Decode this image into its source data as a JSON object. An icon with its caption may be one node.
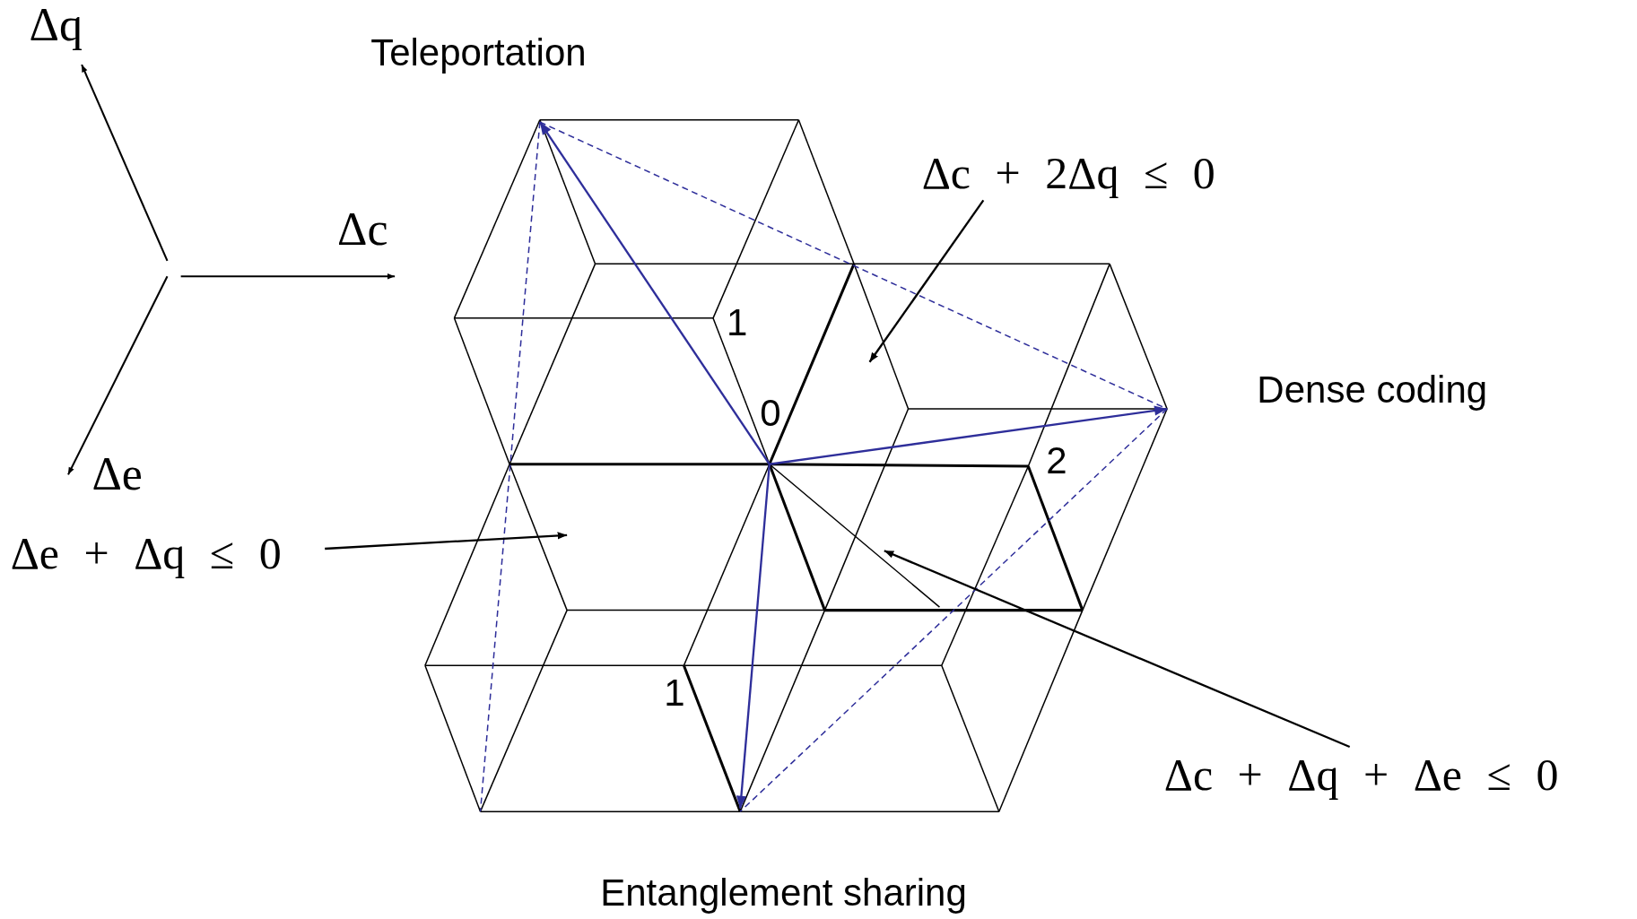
{
  "diagram": {
    "nodes": [
      {
        "text": [
          "Δc + 2Δq ≤ 0"
        ]
      },
      {
        "text": [
          "Δe + Δq ≤ 0"
        ]
      },
      {
        "text": [
          "Δc + Δq + Δe ≤ 0"
        ]
      }
    ],
    "edges": [
      {
        "from": 0,
        "to": null,
        "arrow": "to"
      },
      {
        "from": 1,
        "to": null,
        "arrow": "to"
      },
      {
        "from": 2,
        "to": null,
        "arrow": "to"
      }
    ],
    "labels": [
      "Δq",
      "Teleportation",
      "Δc",
      "Δe",
      "1",
      "0",
      "Dense coding",
      "2",
      "1",
      "Entanglement sharing"
    ]
  }
}
